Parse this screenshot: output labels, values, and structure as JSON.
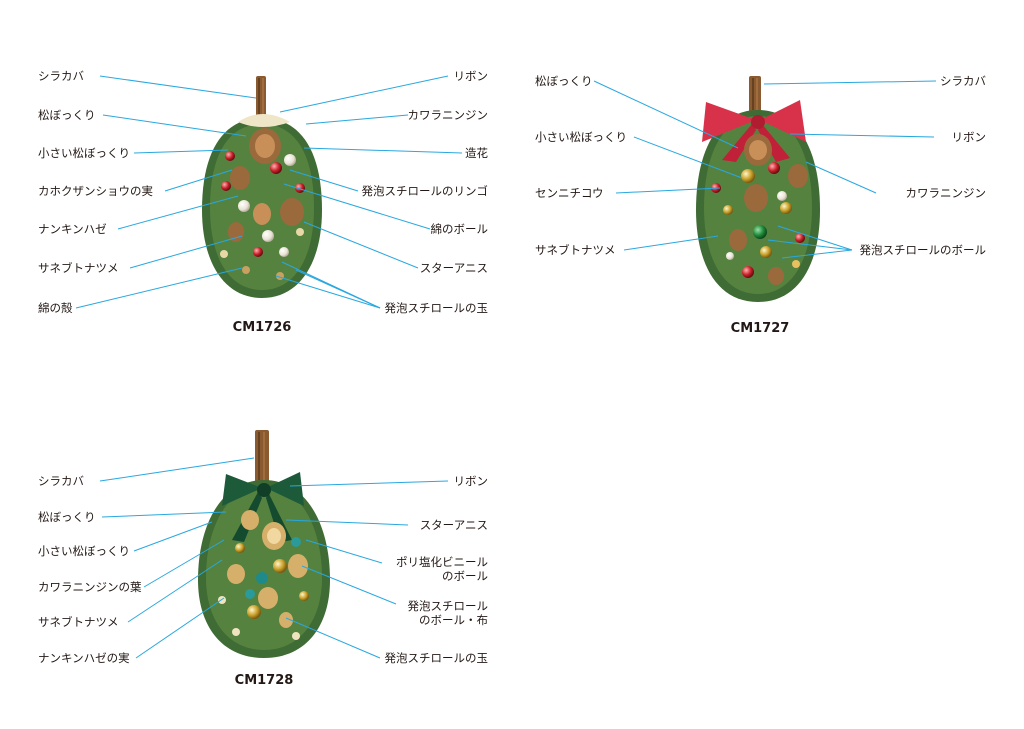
{
  "colors": {
    "leader": "#29a8e0",
    "text": "#231815",
    "greenery": "#3d6b35",
    "cone": "#9a6a3c",
    "ribbon_red": "#d8324a",
    "ribbon_green": "#1c5a3a",
    "ribbon_cream": "#efe6c8"
  },
  "products": [
    {
      "code": "CM1726",
      "labels_left": [
        "シラカバ",
        "松ぼっくり",
        "小さい松ぼっくり",
        "カホクザンショウの実",
        "ナンキンハゼ",
        "サネブトナツメ",
        "綿の殻"
      ],
      "labels_right": [
        "リボン",
        "カワラニンジン",
        "造花",
        "発泡スチロールのリンゴ",
        "綿のボール",
        "スターアニス",
        "発泡スチロールの玉"
      ]
    },
    {
      "code": "CM1727",
      "labels_left": [
        "松ぼっくり",
        "小さい松ぼっくり",
        "センニチコウ",
        "サネブトナツメ"
      ],
      "labels_right": [
        "シラカバ",
        "リボン",
        "カワラニンジン",
        "発泡スチロールのボール"
      ]
    },
    {
      "code": "CM1728",
      "labels_left": [
        "シラカバ",
        "松ぼっくり",
        "小さい松ぼっくり",
        "カワラニンジンの葉",
        "サネブトナツメ",
        "ナンキンハゼの実"
      ],
      "labels_right": [
        "リボン",
        "スターアニス",
        "ポリ塩化ビニール\nのボール",
        "発泡スチロール\nのボール・布",
        "発泡スチロールの玉"
      ]
    }
  ]
}
